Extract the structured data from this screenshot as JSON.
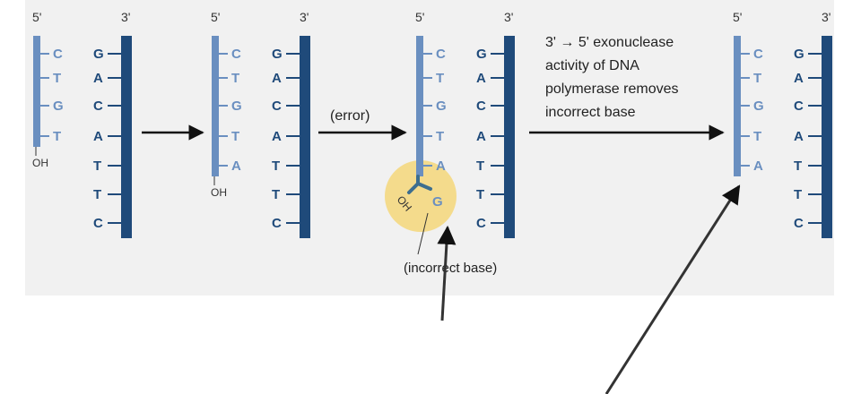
{
  "diagram": {
    "end_labels": {
      "five_prime": "5'",
      "three_prime": "3'"
    },
    "oh_label": "OH",
    "template_bases": [
      "G",
      "A",
      "C",
      "A",
      "T",
      "T",
      "C"
    ],
    "stages": [
      {
        "new_bases": [
          "C",
          "T",
          "G",
          "T"
        ]
      },
      {
        "new_bases": [
          "C",
          "T",
          "G",
          "T",
          "A"
        ]
      },
      {
        "new_bases": [
          "C",
          "T",
          "G",
          "T",
          "A"
        ],
        "incorrect_base": "G"
      },
      {
        "new_bases": [
          "C",
          "T",
          "G",
          "T",
          "A"
        ]
      }
    ],
    "error_label": "(error)",
    "exonuclease_text": [
      "3' → 5' exonuclease",
      "activity of DNA",
      "polymerase removes",
      "incorrect base"
    ],
    "incorrect_base_label": "(incorrect base)",
    "colors": {
      "template_strand": "#1f4a7a",
      "new_strand": "#6a8fc0",
      "highlight": "#f4d77a",
      "panel_background": "#f1f1f1",
      "arrow": "#111111"
    }
  }
}
